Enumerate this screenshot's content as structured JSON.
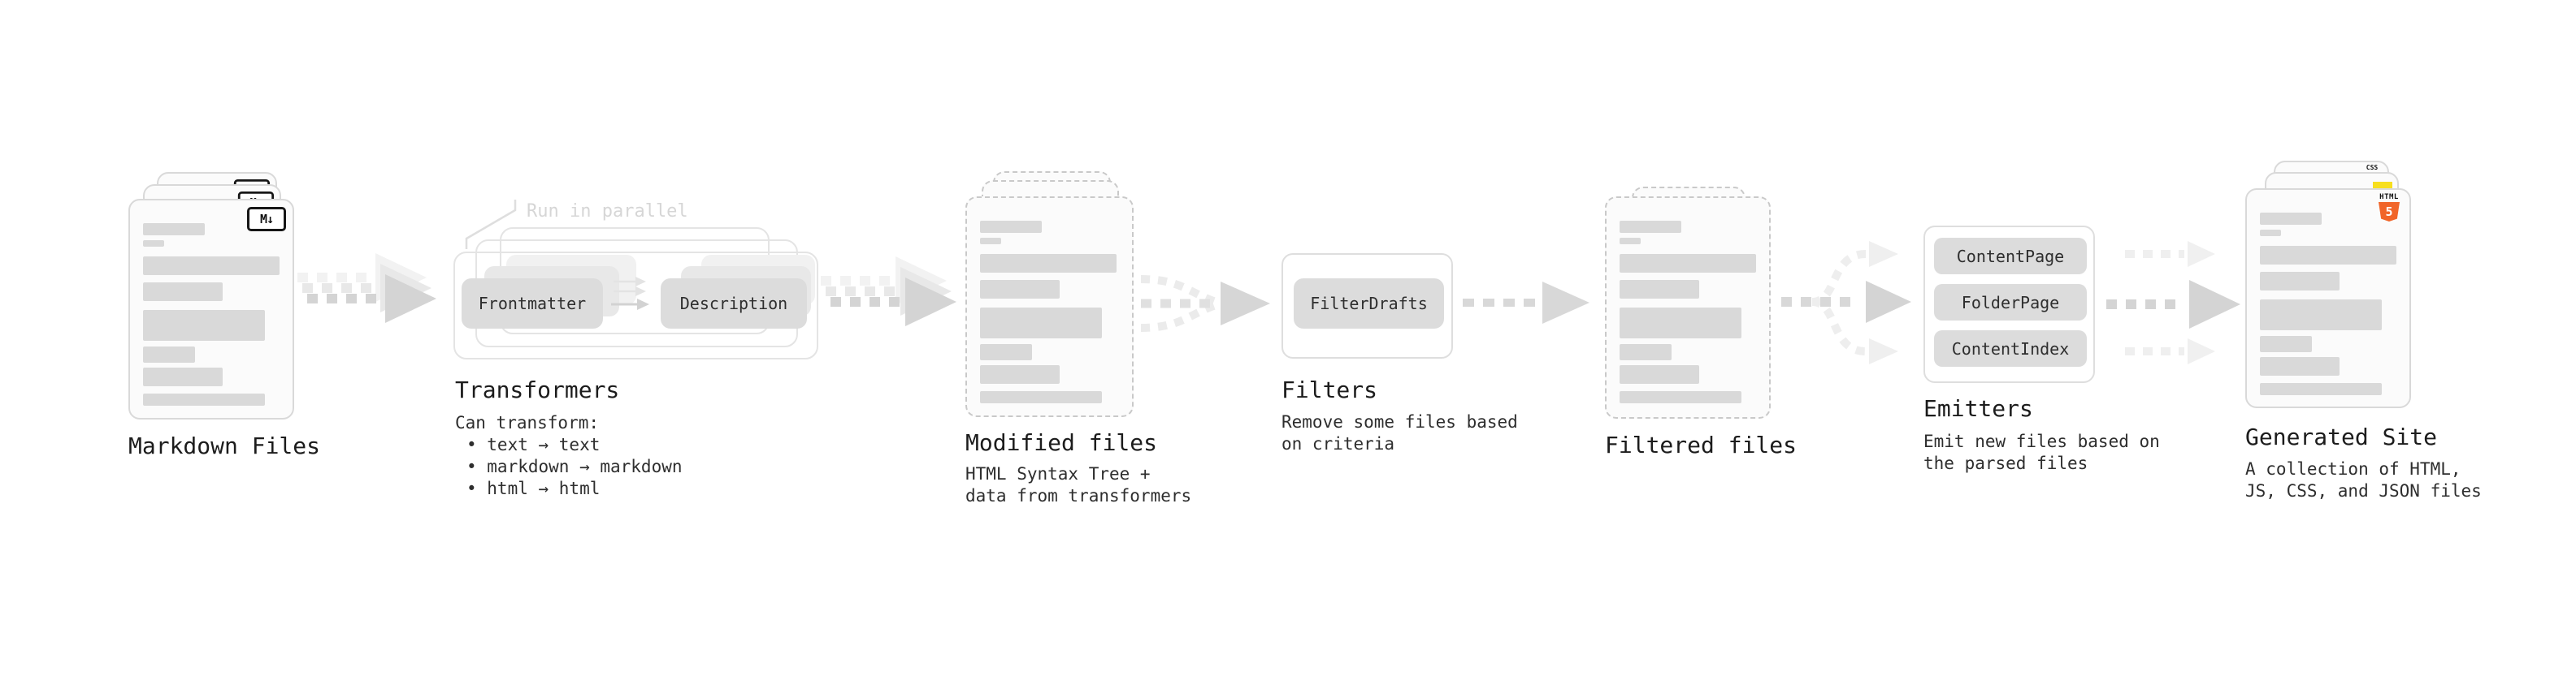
{
  "diagram": {
    "title": "static site generation pipeline",
    "colors": {
      "arrow_gray": "#d4d4d4",
      "box_gray": "#dcdcdc",
      "js_yellow": "#f7df1e",
      "html_orange": "#f16529",
      "css_blue": "#2062af"
    },
    "stages": {
      "markdown_files": {
        "label": "Markdown Files",
        "badge": "M↓"
      },
      "transformers": {
        "label": "Transformers",
        "parallel_note": "Run in parallel",
        "boxes": [
          "Frontmatter",
          "Description"
        ],
        "description": "Can transform:",
        "bullets": [
          "• text → text",
          "• markdown → markdown",
          "• html → html"
        ]
      },
      "modified_files": {
        "label": "Modified files",
        "description": "HTML Syntax Tree +\ndata from transformers"
      },
      "filters": {
        "label": "Filters",
        "box": "FilterDrafts",
        "description": "Remove some files based\non criteria"
      },
      "filtered_files": {
        "label": "Filtered files"
      },
      "emitters": {
        "label": "Emitters",
        "boxes": [
          "ContentPage",
          "FolderPage",
          "ContentIndex"
        ],
        "description": "Emit new files based on\nthe parsed files"
      },
      "generated_site": {
        "label": "Generated Site",
        "description": "A collection of HTML,\nJS, CSS, and JSON files",
        "badges": {
          "css": "CSS",
          "html": "HTML",
          "html_number": "5"
        }
      }
    }
  }
}
